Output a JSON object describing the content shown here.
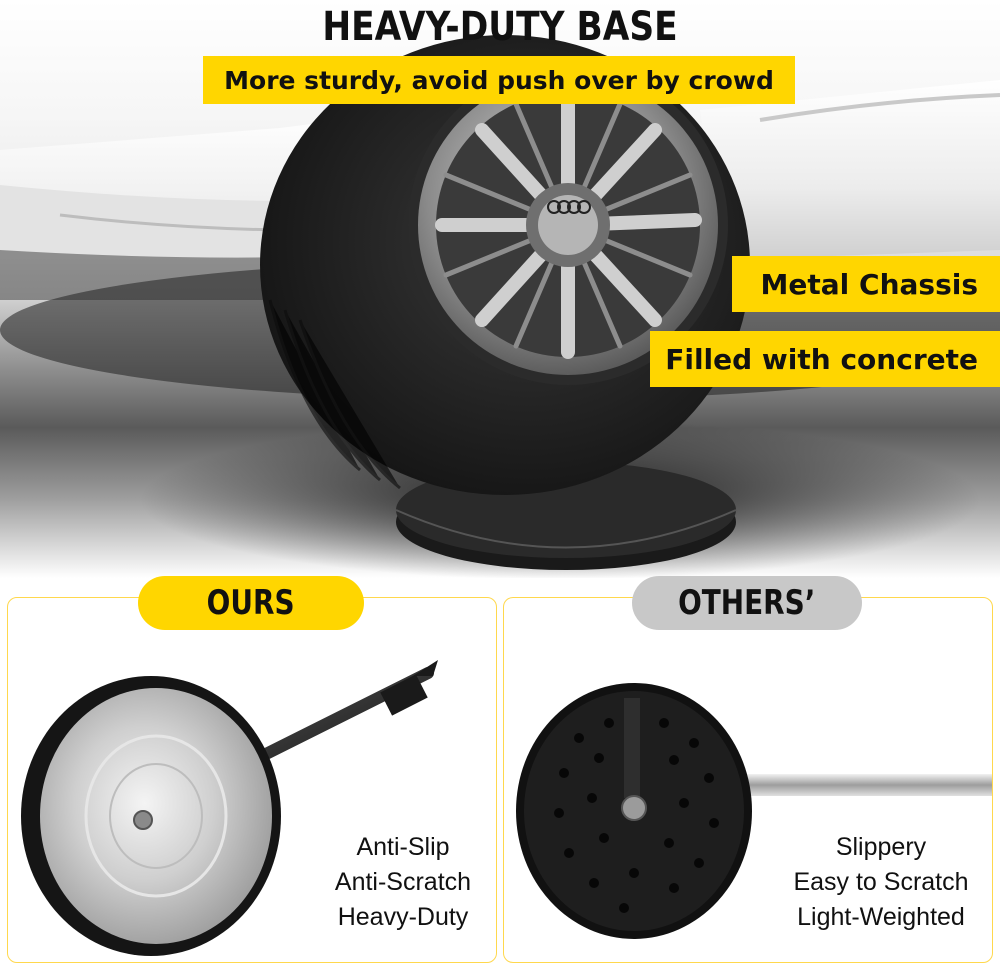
{
  "hero": {
    "title": "HEAVY-DUTY BASE",
    "subtitle": "More sturdy, avoid push over by crowd",
    "tags": [
      "Metal Chassis",
      "Filled with concrete"
    ]
  },
  "comparison": {
    "ours": {
      "label": "OURS",
      "features": [
        "Anti-Slip",
        "Anti-Scratch",
        "Heavy-Duty"
      ]
    },
    "others": {
      "label": "OTHERS’",
      "features": [
        "Slippery",
        "Easy to Scratch",
        "Light-Weighted"
      ]
    }
  },
  "colors": {
    "accent_yellow": "#ffd600",
    "others_gray": "#c8c8c8",
    "panel_border": "#ffd84d",
    "text": "#111111"
  }
}
